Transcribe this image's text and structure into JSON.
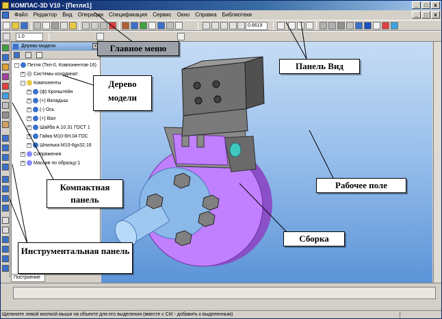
{
  "window": {
    "title": "КОМПАС-3D V10 - [Петля1]",
    "controls": [
      "_",
      "□",
      "x"
    ]
  },
  "menu": {
    "items": [
      "Файл",
      "Редактор",
      "Вид",
      "Операции",
      "Спецификация",
      "Сервис",
      "Окно",
      "Справка",
      "Библиотеки"
    ],
    "doc_controls": [
      "_",
      "□",
      "x"
    ]
  },
  "toolbar": {
    "zoom_value": "0.6619",
    "scale_value": "1.0"
  },
  "tree": {
    "header": "Дерево модели",
    "rows": [
      {
        "text": "Петля (Тел-0, Компонентов-16)",
        "level": 0,
        "expander": "-",
        "icon_color": "#3a70c8"
      },
      {
        "text": "Системы координат",
        "level": 1,
        "expander": "+",
        "icon_color": "#c0c0c0"
      },
      {
        "text": "Компоненты",
        "level": 1,
        "expander": "-",
        "icon_color": "#e8c840"
      },
      {
        "text": "(ф) Кронштейн",
        "level": 2,
        "expander": "+",
        "icon_color": "#3a70c8"
      },
      {
        "text": "(+) Вкладыш",
        "level": 2,
        "expander": "+",
        "icon_color": "#3a70c8"
      },
      {
        "text": "(-) Ось",
        "level": 2,
        "expander": "+",
        "icon_color": "#3a70c8"
      },
      {
        "text": "(+) Вал",
        "level": 2,
        "expander": "+",
        "icon_color": "#3a70c8"
      },
      {
        "text": "Шайба А.10.31 ГОСТ 1",
        "level": 2,
        "expander": "+",
        "icon_color": "#3a70c8"
      },
      {
        "text": "Гайка М10-6Н.04 ГОС",
        "level": 2,
        "expander": "+",
        "icon_color": "#3a70c8"
      },
      {
        "text": "Шпилька М10-6gх32.16",
        "level": 2,
        "expander": "+",
        "icon_color": "#3a70c8"
      },
      {
        "text": "Сопряжения",
        "level": 1,
        "expander": "+",
        "icon_color": "#8888ff"
      },
      {
        "text": "Массив по образцу:1",
        "level": 1,
        "expander": "+",
        "icon_color": "#8888ff"
      }
    ],
    "tab": "Построение"
  },
  "status": {
    "text": "Щелкните левой кнопкой мыши на объекте для его выделения (вместе с Ctrl - добавить к выделенным)"
  },
  "callouts": {
    "main_menu": "Главное меню",
    "view_panel": "Панель Вид",
    "model_tree": "Дерево модели",
    "compact_panel": "Компактная панель",
    "tool_panel": "Инструментальная панель",
    "work_field": "Рабочее поле",
    "assembly": "Сборка"
  },
  "colors": {
    "workspace_top": "#c6dcf4",
    "workspace_bottom": "#5c94d8",
    "flange": "#c080ff",
    "bracket": "#707070",
    "shaft": "#8ab8e8"
  }
}
